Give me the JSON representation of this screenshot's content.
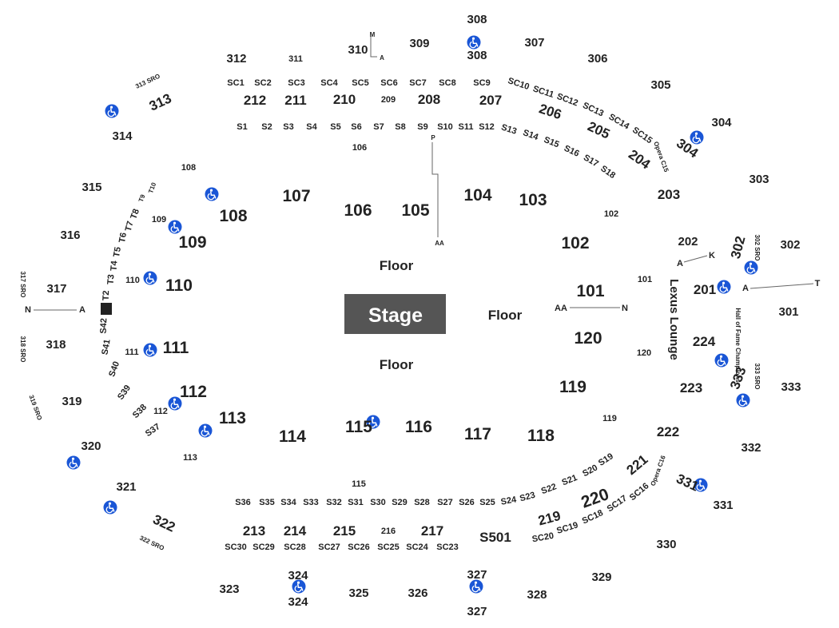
{
  "stage": {
    "label": "Stage"
  },
  "floor_labels": [
    "Floor",
    "Floor",
    "Floor"
  ],
  "lounge": {
    "label": "Lexus Lounge"
  },
  "accessible_icon": "wheelchair-icon",
  "colors": {
    "stage": "#555555",
    "icon": "#1a56d6",
    "text": "#222222",
    "line": "#666666"
  },
  "lines": [
    {
      "name": "row-line-aa-p",
      "from": "AA",
      "to": "P"
    },
    {
      "name": "row-line-aa-n",
      "from": "AA",
      "to": "N"
    },
    {
      "name": "row-line-a-k",
      "from": "A",
      "to": "K"
    },
    {
      "name": "row-line-a-t",
      "from": "A",
      "to": "T"
    },
    {
      "name": "row-line-n-a",
      "from": "N",
      "to": "A"
    },
    {
      "name": "row-line-m-a",
      "from": "M",
      "to": "A"
    }
  ],
  "labels": [
    "308",
    "309",
    "307",
    "306",
    "305",
    "304",
    "303",
    "302",
    "301",
    "333",
    "332",
    "331",
    "330",
    "329",
    "328",
    "327",
    "327",
    "326",
    "325",
    "324",
    "324",
    "323",
    "322",
    "321",
    "320",
    "319",
    "318",
    "317",
    "316",
    "315",
    "314",
    "313",
    "312",
    "311",
    "310",
    "308",
    "M",
    "A",
    "313 SRO",
    "317 SRO",
    "318 SRO",
    "319 SRO",
    "322 SRO",
    "302 SRO",
    "333 SRO",
    "Opera C15",
    "Opera C16",
    "Hall of Fame Champions",
    "SC1",
    "SC2",
    "SC3",
    "SC4",
    "SC5",
    "SC6",
    "SC7",
    "SC8",
    "SC9",
    "SC10",
    "SC11",
    "SC12",
    "SC13",
    "SC14",
    "SC15",
    "212",
    "211",
    "210",
    "209",
    "208",
    "207",
    "206",
    "205",
    "204",
    "304",
    "S1",
    "S2",
    "S3",
    "S4",
    "S5",
    "S6",
    "S7",
    "S8",
    "S9",
    "S10",
    "S11",
    "S12",
    "S13",
    "S14",
    "S15",
    "S16",
    "S17",
    "S18",
    "106",
    "P",
    "AA",
    "108",
    "107",
    "106",
    "105",
    "104",
    "103",
    "102",
    "203",
    "108",
    "109",
    "109",
    "T10",
    "T9",
    "T8",
    "T7",
    "T6",
    "T5",
    "T4",
    "T3",
    "T2",
    "N",
    "A",
    "202",
    "302",
    "A",
    "K",
    "102",
    "101",
    "201",
    "A",
    "T",
    "101",
    "AA",
    "N",
    "110",
    "110",
    "111",
    "111",
    "120",
    "224",
    "120",
    "S42",
    "S41",
    "S40",
    "S39",
    "S38",
    "S37",
    "112",
    "112",
    "113",
    "113",
    "114",
    "115",
    "116",
    "117",
    "118",
    "119",
    "119",
    "223",
    "333",
    "222",
    "221",
    "S36",
    "S35",
    "S34",
    "S33",
    "S32",
    "S31",
    "S30",
    "S29",
    "S28",
    "S27",
    "S26",
    "S25",
    "S24",
    "S23",
    "S22",
    "S21",
    "S20",
    "S19",
    "115",
    "331",
    "220",
    "219",
    "SC16",
    "SC17",
    "SC18",
    "SC19",
    "SC20",
    "213",
    "214",
    "215",
    "216",
    "217",
    "S501",
    "SC30",
    "SC29",
    "SC28",
    "SC27",
    "SC26",
    "SC25",
    "SC24",
    "SC23"
  ]
}
